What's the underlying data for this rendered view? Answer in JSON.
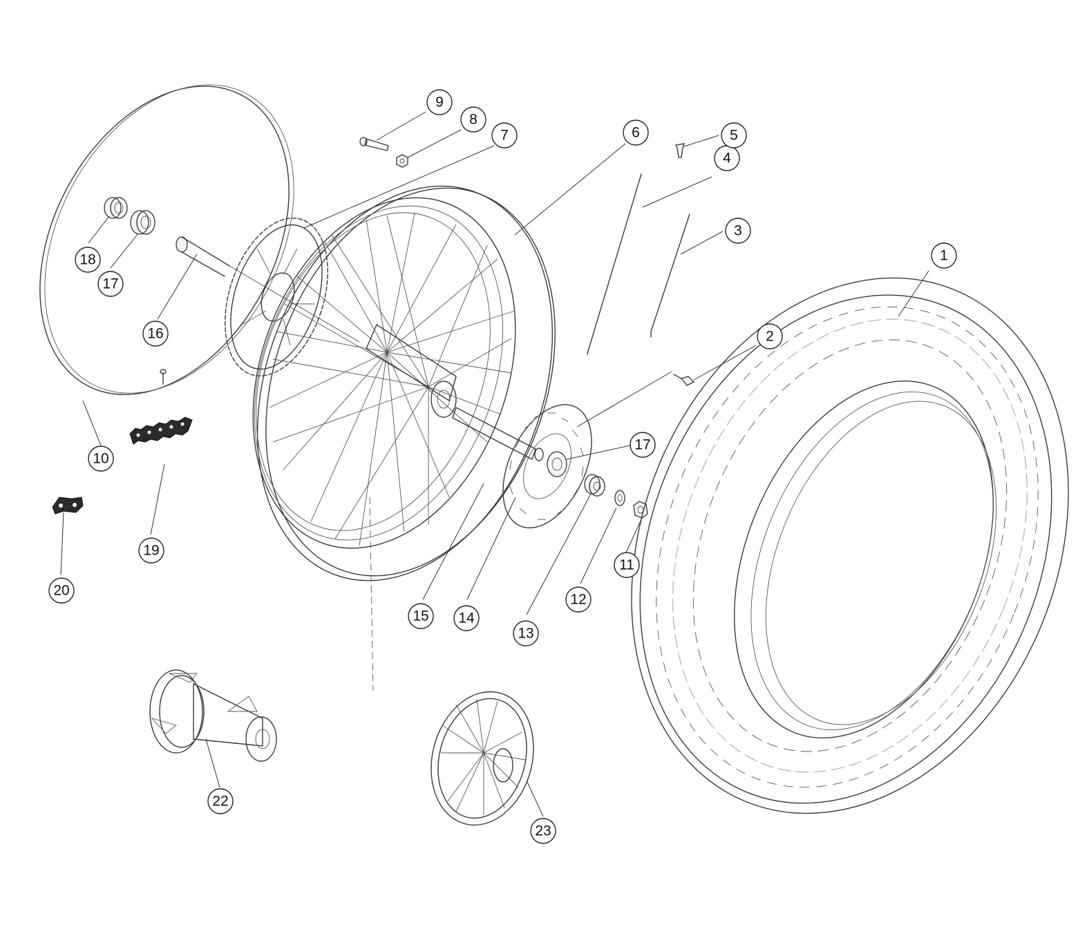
{
  "callouts": [
    {
      "id": "1",
      "label": "1"
    },
    {
      "id": "2",
      "label": "2"
    },
    {
      "id": "3",
      "label": "3"
    },
    {
      "id": "4",
      "label": "4"
    },
    {
      "id": "5",
      "label": "5"
    },
    {
      "id": "6",
      "label": "6"
    },
    {
      "id": "7",
      "label": "7"
    },
    {
      "id": "8",
      "label": "8"
    },
    {
      "id": "9",
      "label": "9"
    },
    {
      "id": "10",
      "label": "10"
    },
    {
      "id": "11",
      "label": "11"
    },
    {
      "id": "12",
      "label": "12"
    },
    {
      "id": "13",
      "label": "13"
    },
    {
      "id": "14",
      "label": "14"
    },
    {
      "id": "15",
      "label": "15"
    },
    {
      "id": "16",
      "label": "16"
    },
    {
      "id": "17a",
      "label": "17"
    },
    {
      "id": "17b",
      "label": "17"
    },
    {
      "id": "18",
      "label": "18"
    },
    {
      "id": "19",
      "label": "19"
    },
    {
      "id": "20",
      "label": "20"
    },
    {
      "id": "22",
      "label": "22"
    },
    {
      "id": "23",
      "label": "23"
    }
  ],
  "colors": {
    "line": "#3a3a3a",
    "background": "#ffffff"
  }
}
